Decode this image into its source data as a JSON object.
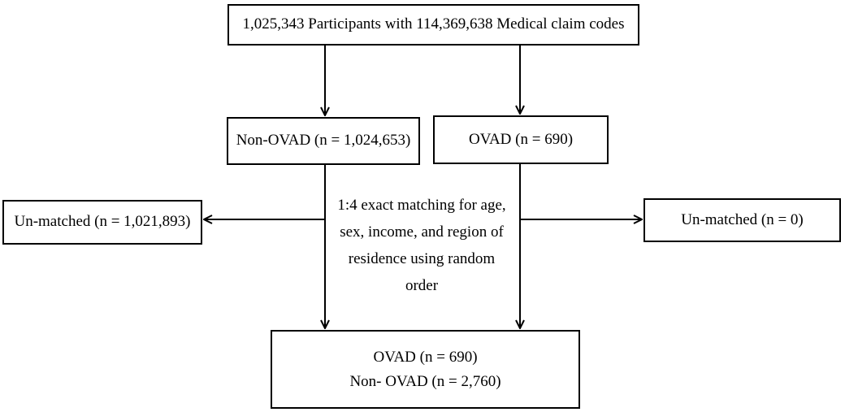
{
  "flowchart": {
    "top_box": "1,025,343 Participants with 114,369,638 Medical claim codes",
    "non_ovad_box": "Non-OVAD (n = 1,024,653)",
    "ovad_box": "OVAD (n = 690)",
    "unmatched_left_box": "Un-matched (n = 1,021,893)",
    "unmatched_right_box": "Un-matched (n = 0)",
    "matching_note": "1:4 exact matching for age, sex, income, and region of residence using random order",
    "bottom_box": {
      "line1": "OVAD (n = 690)",
      "line2": "Non- OVAD (n = 2,760)"
    }
  }
}
